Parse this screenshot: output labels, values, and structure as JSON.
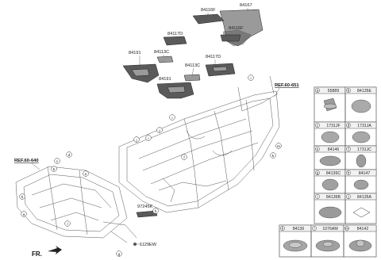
{
  "refs": {
    "ref_top": "REF.60-651",
    "ref_left": "REF.60-640",
    "front_label": "FR."
  },
  "part_numbers": {
    "p84116F": "84116F",
    "p84167": "84167",
    "p84116F_b": "84116F",
    "p84117D_top": "84117D",
    "p84113C_top": "84113C",
    "p84191_top": "84191",
    "p84113C_mid": "84113C",
    "p84117D_mid": "84117D",
    "p84191_mid": "84191",
    "p97245K": "97245K",
    "p1129EW": "1129EW"
  },
  "callouts": {
    "a": "a",
    "b": "b",
    "c": "c",
    "d": "d",
    "e": "e",
    "f": "f",
    "g": "g",
    "h": "h",
    "i": "i",
    "j": "j",
    "k": "k",
    "l": "l",
    "m": "m"
  },
  "parts_table": [
    {
      "letter": "a",
      "part": "55889"
    },
    {
      "letter": "b",
      "part": "84135E"
    },
    {
      "letter": "c",
      "part": "1731JF"
    },
    {
      "letter": "d",
      "part": "1731JA"
    },
    {
      "letter": "e",
      "part": "84146"
    },
    {
      "letter": "f",
      "part": "1731JC"
    },
    {
      "letter": "g",
      "part": "84136C"
    },
    {
      "letter": "h",
      "part": "84147"
    },
    {
      "letter": "i",
      "part": "84136B"
    },
    {
      "letter": "j",
      "part": "84135A"
    },
    {
      "letter": "k",
      "part": "84136"
    },
    {
      "letter": "l",
      "part": "1076AM"
    },
    {
      "letter": "m",
      "part": "84142"
    }
  ]
}
